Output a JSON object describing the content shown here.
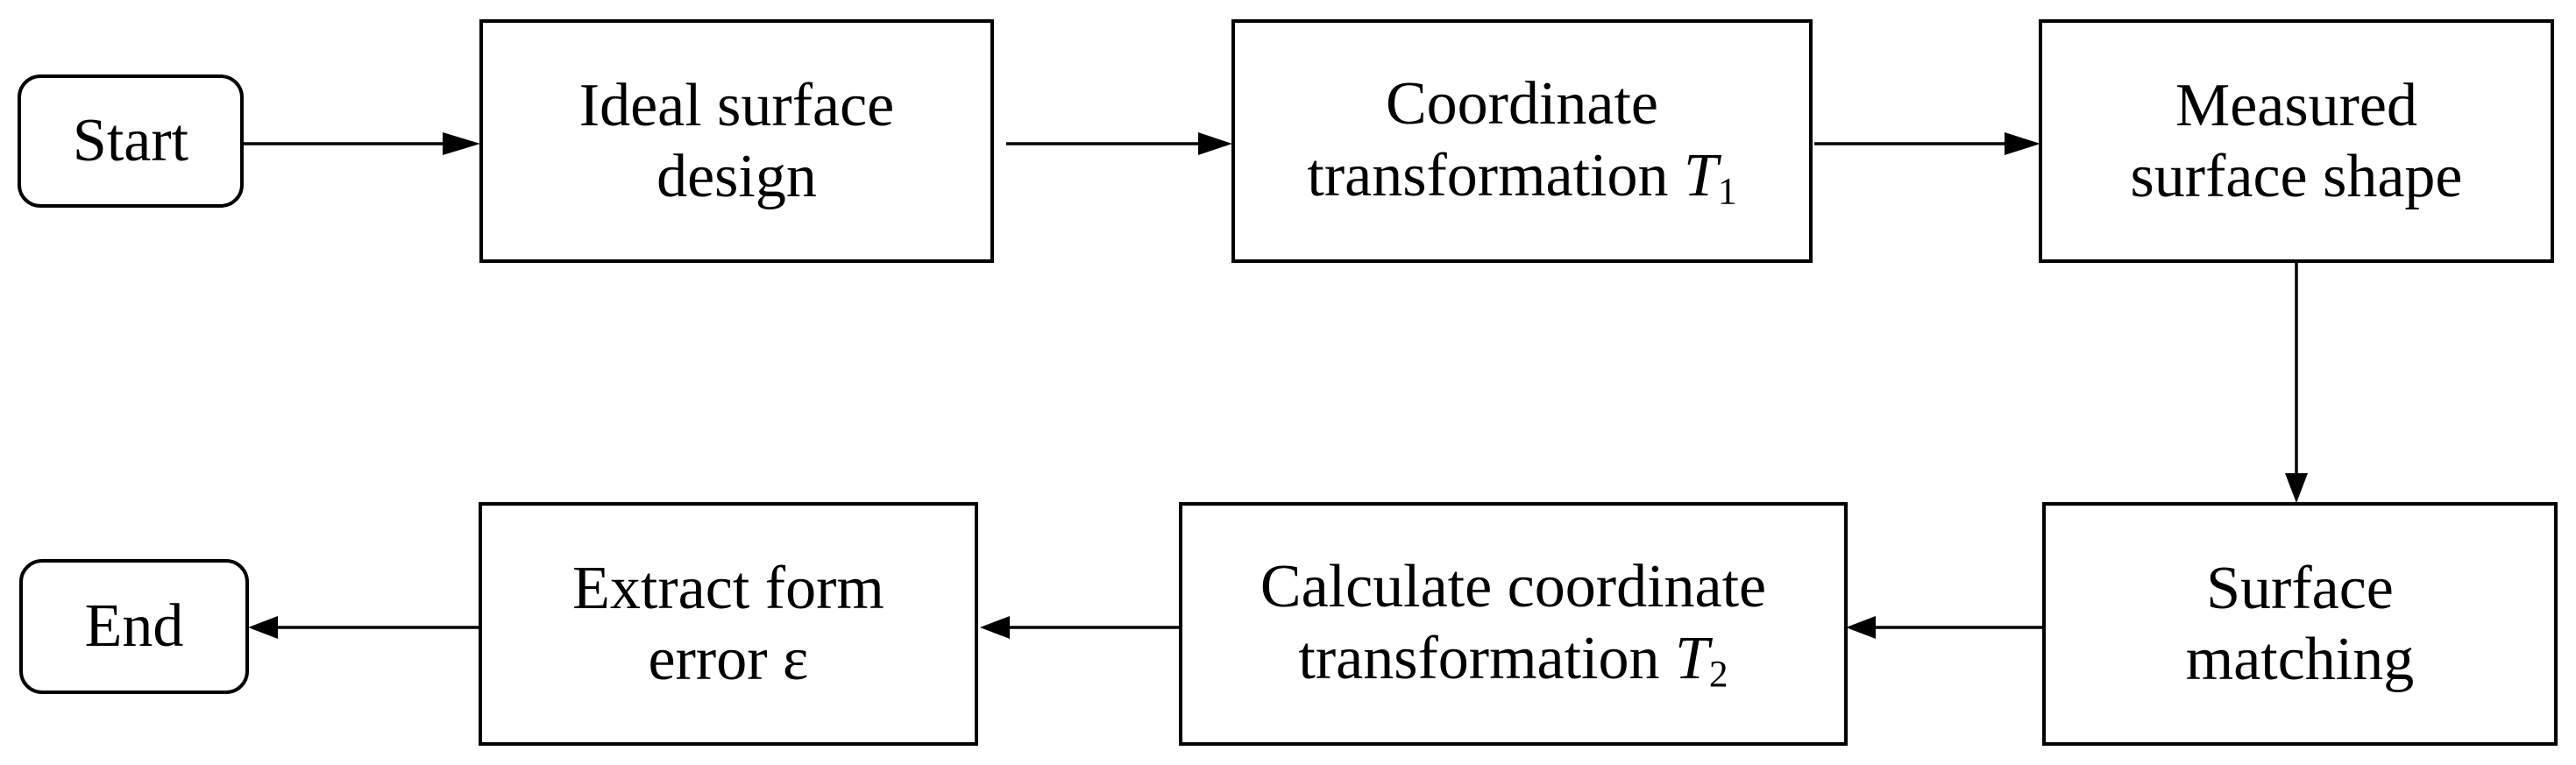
{
  "nodes": {
    "start": {
      "label": "Start"
    },
    "ideal": {
      "line1": "Ideal surface",
      "line2": "design"
    },
    "coord1": {
      "line1": "Coordinate",
      "line2": "transformation",
      "symbol": "T",
      "subscript": "1"
    },
    "measured": {
      "line1": "Measured",
      "line2": "surface shape"
    },
    "matching": {
      "line1": "Surface",
      "line2": "matching"
    },
    "calc": {
      "line1": "Calculate coordinate",
      "line2": "transformation",
      "symbol": "T",
      "subscript": "2"
    },
    "extract": {
      "line1": "Extract form",
      "line2": "error ε"
    },
    "end": {
      "label": "End"
    }
  },
  "edges": [
    {
      "from": "Start",
      "to": "Ideal surface design"
    },
    {
      "from": "Ideal surface design",
      "to": "Coordinate transformation T1"
    },
    {
      "from": "Coordinate transformation T1",
      "to": "Measured surface shape"
    },
    {
      "from": "Measured surface shape",
      "to": "Surface matching"
    },
    {
      "from": "Surface matching",
      "to": "Calculate coordinate transformation T2"
    },
    {
      "from": "Calculate coordinate transformation T2",
      "to": "Extract form error ε"
    },
    {
      "from": "Extract form error ε",
      "to": "End"
    }
  ]
}
